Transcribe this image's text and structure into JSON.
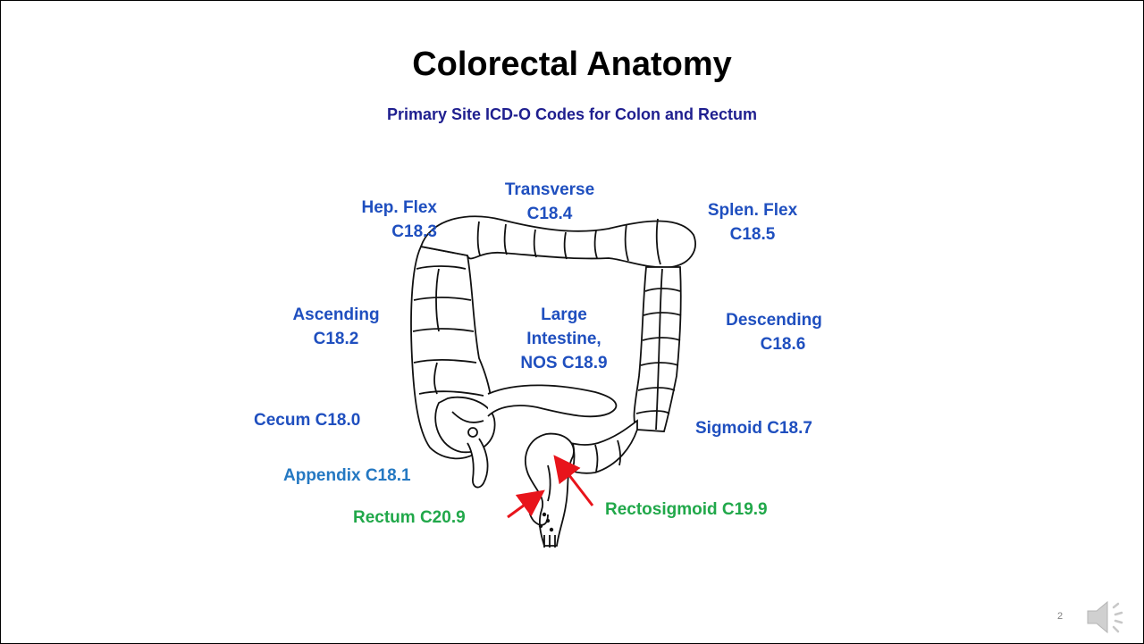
{
  "slide": {
    "title": "Colorectal Anatomy",
    "subtitle": "Primary Site ICD-O Codes for Colon and Rectum",
    "page_number": "2"
  },
  "labels": {
    "hep_flex": {
      "line1": "Hep. Flex",
      "line2": "C18.3"
    },
    "transverse": {
      "line1": "Transverse",
      "line2": "C18.4"
    },
    "splen_flex": {
      "line1": "Splen. Flex",
      "line2": "C18.5"
    },
    "ascending": {
      "line1": "Ascending",
      "line2": "C18.2"
    },
    "large_intestine": {
      "line1": "Large",
      "line2": "Intestine,",
      "line3": "NOS C18.9"
    },
    "descending": {
      "line1": "Descending",
      "line2": "C18.6"
    },
    "cecum": "Cecum C18.0",
    "sigmoid": "Sigmoid  C18.7",
    "appendix": "Appendix C18.1",
    "rectum": "Rectum  C20.9",
    "rectosigmoid": "Rectosigmoid  C19.9"
  },
  "colors": {
    "label_blue": "#1f4fbf",
    "appendix_blue": "#2478c2",
    "label_green": "#21a84a",
    "arrow_red": "#e8141b",
    "subtitle_navy": "#1f1f8f"
  },
  "icons": {
    "speaker": "speaker-icon"
  }
}
